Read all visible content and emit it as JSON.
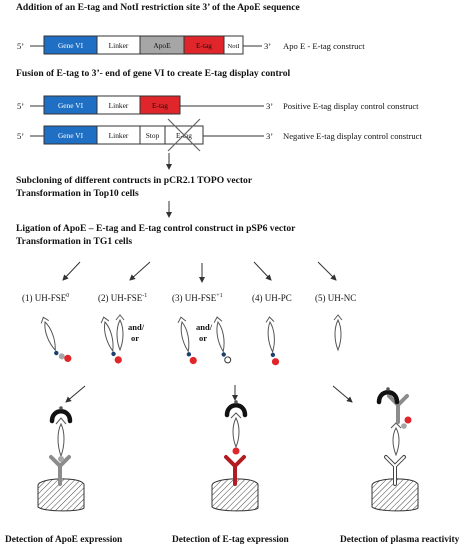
{
  "headings": {
    "h1": "Addition of an E-tag and NotI restriction  site 3’ of the ApoE sequence",
    "h2": "Fusion of E-tag to 3’- end of gene VI to create E-tag display control",
    "h3a": "Subcloning of different contructs in pCR2.1 TOPO vector",
    "h3b": "Transformation in Top10 cells",
    "h4a": "Ligation of ApoE – E-tag and E-tag control construct in pSP6 vector",
    "h4b": "Transformation in TG1 cells"
  },
  "ends": {
    "five": "5’",
    "three": "3’"
  },
  "constructs": [
    {
      "label": "Apo E - E-tag construct",
      "segments": [
        "Gene VI",
        "Linker",
        "ApoE",
        "E-tag",
        "NotI"
      ],
      "colors": [
        "#1f6fc4",
        "#ffffff",
        "#a6a6a6",
        "#e0262a",
        "#ffffff"
      ]
    },
    {
      "label": "Positive E-tag display control construct",
      "segments": [
        "Gene VI",
        "Linker",
        "E-tag"
      ],
      "colors": [
        "#1f6fc4",
        "#ffffff",
        "#e0262a"
      ]
    },
    {
      "label": "Negative E-tag display control construct",
      "segments": [
        "Gene VI",
        "Linker",
        "Stop",
        "E-tag"
      ],
      "colors": [
        "#1f6fc4",
        "#ffffff",
        "#ffffff",
        "#ffffff"
      ]
    }
  ],
  "clones": [
    {
      "num": "(1)",
      "name": "UH-FSE",
      "sup": "0"
    },
    {
      "num": "(2)",
      "name": "UH-FSE",
      "sup": "-1"
    },
    {
      "num": "(3)",
      "name": "UH-FSE",
      "sup": "+1"
    },
    {
      "num": "(4)",
      "name": "UH-PC",
      "sup": ""
    },
    {
      "num": "(5)",
      "name": "UH-NC",
      "sup": ""
    }
  ],
  "and_or": {
    "l1": "and/",
    "l2": "or"
  },
  "detections": [
    "Detection of ApoE expression",
    "Detection of E-tag expression",
    "Detection of plasma reactivity"
  ],
  "colors": {
    "gene_vi": "#1f6fc4",
    "apoe": "#a6a6a6",
    "etag": "#e0262a",
    "phage_dot": "#1c3f6e",
    "antibody_red": "#b01c22",
    "antibody_grey": "#8c8c8c",
    "antibody_black": "#111111"
  }
}
